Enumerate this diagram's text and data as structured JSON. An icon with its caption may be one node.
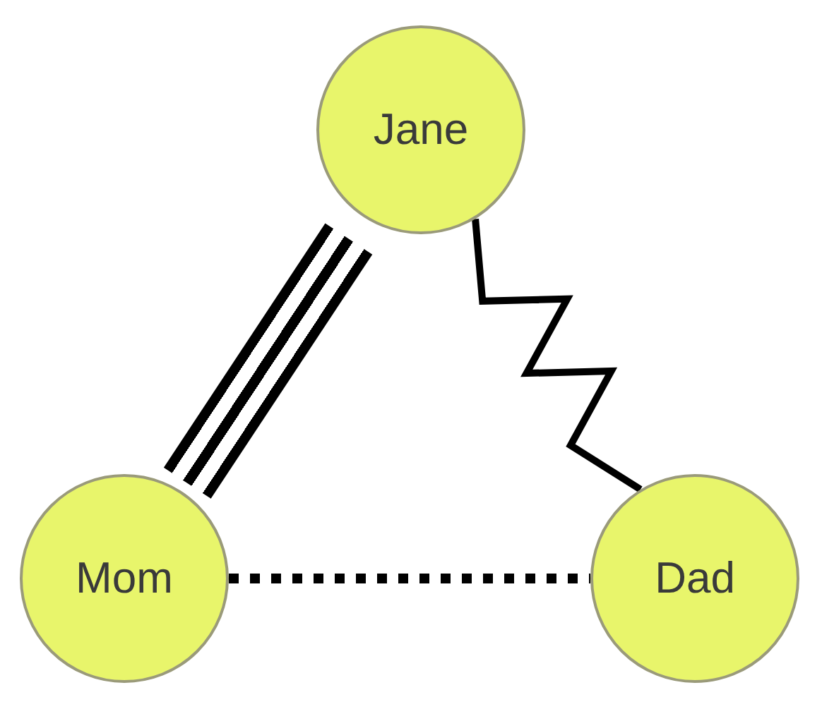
{
  "diagram": {
    "nodes": [
      {
        "text": [
          "Jane"
        ]
      },
      {
        "text": [
          "Mom"
        ]
      },
      {
        "text": [
          "Dad"
        ]
      }
    ],
    "edges": [
      {
        "from": 0,
        "to": 1,
        "arrow": "none",
        "style": "thick"
      },
      {
        "from": 0,
        "to": 2,
        "arrow": "none"
      },
      {
        "from": 1,
        "to": 2,
        "arrow": "none",
        "style": "dashed"
      }
    ]
  }
}
